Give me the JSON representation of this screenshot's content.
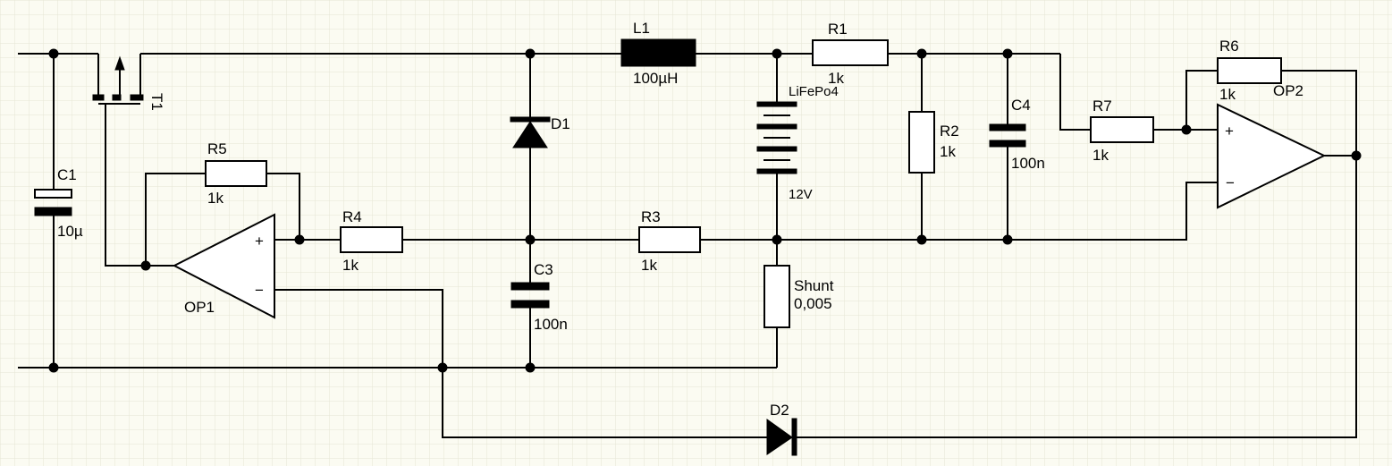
{
  "components": {
    "L1": {
      "ref": "L1",
      "value": "100µH"
    },
    "R1": {
      "ref": "R1",
      "value": "1k"
    },
    "R2": {
      "ref": "R2",
      "value": "1k"
    },
    "R3": {
      "ref": "R3",
      "value": "1k"
    },
    "R4": {
      "ref": "R4",
      "value": "1k"
    },
    "R5": {
      "ref": "R5",
      "value": "1k"
    },
    "R6": {
      "ref": "R6",
      "value": "1k"
    },
    "R7": {
      "ref": "R7",
      "value": "1k"
    },
    "C1": {
      "ref": "C1",
      "value": "10µ"
    },
    "C3": {
      "ref": "C3",
      "value": "100n"
    },
    "C4": {
      "ref": "C4",
      "value": "100n"
    },
    "D1": {
      "ref": "D1"
    },
    "D2": {
      "ref": "D2"
    },
    "T1": {
      "ref": "T1"
    },
    "OP1": {
      "ref": "OP1",
      "plus": "+",
      "minus": "−"
    },
    "OP2": {
      "ref": "OP2",
      "plus": "+",
      "minus": "−"
    },
    "battery": {
      "chemistry": "LiFePo4",
      "voltage": "12V"
    },
    "shunt": {
      "ref": "Shunt",
      "value": "0,005"
    }
  },
  "colors": {
    "background": "#fbfbf2",
    "grid": "#e6e6d4",
    "ink": "#000000"
  }
}
